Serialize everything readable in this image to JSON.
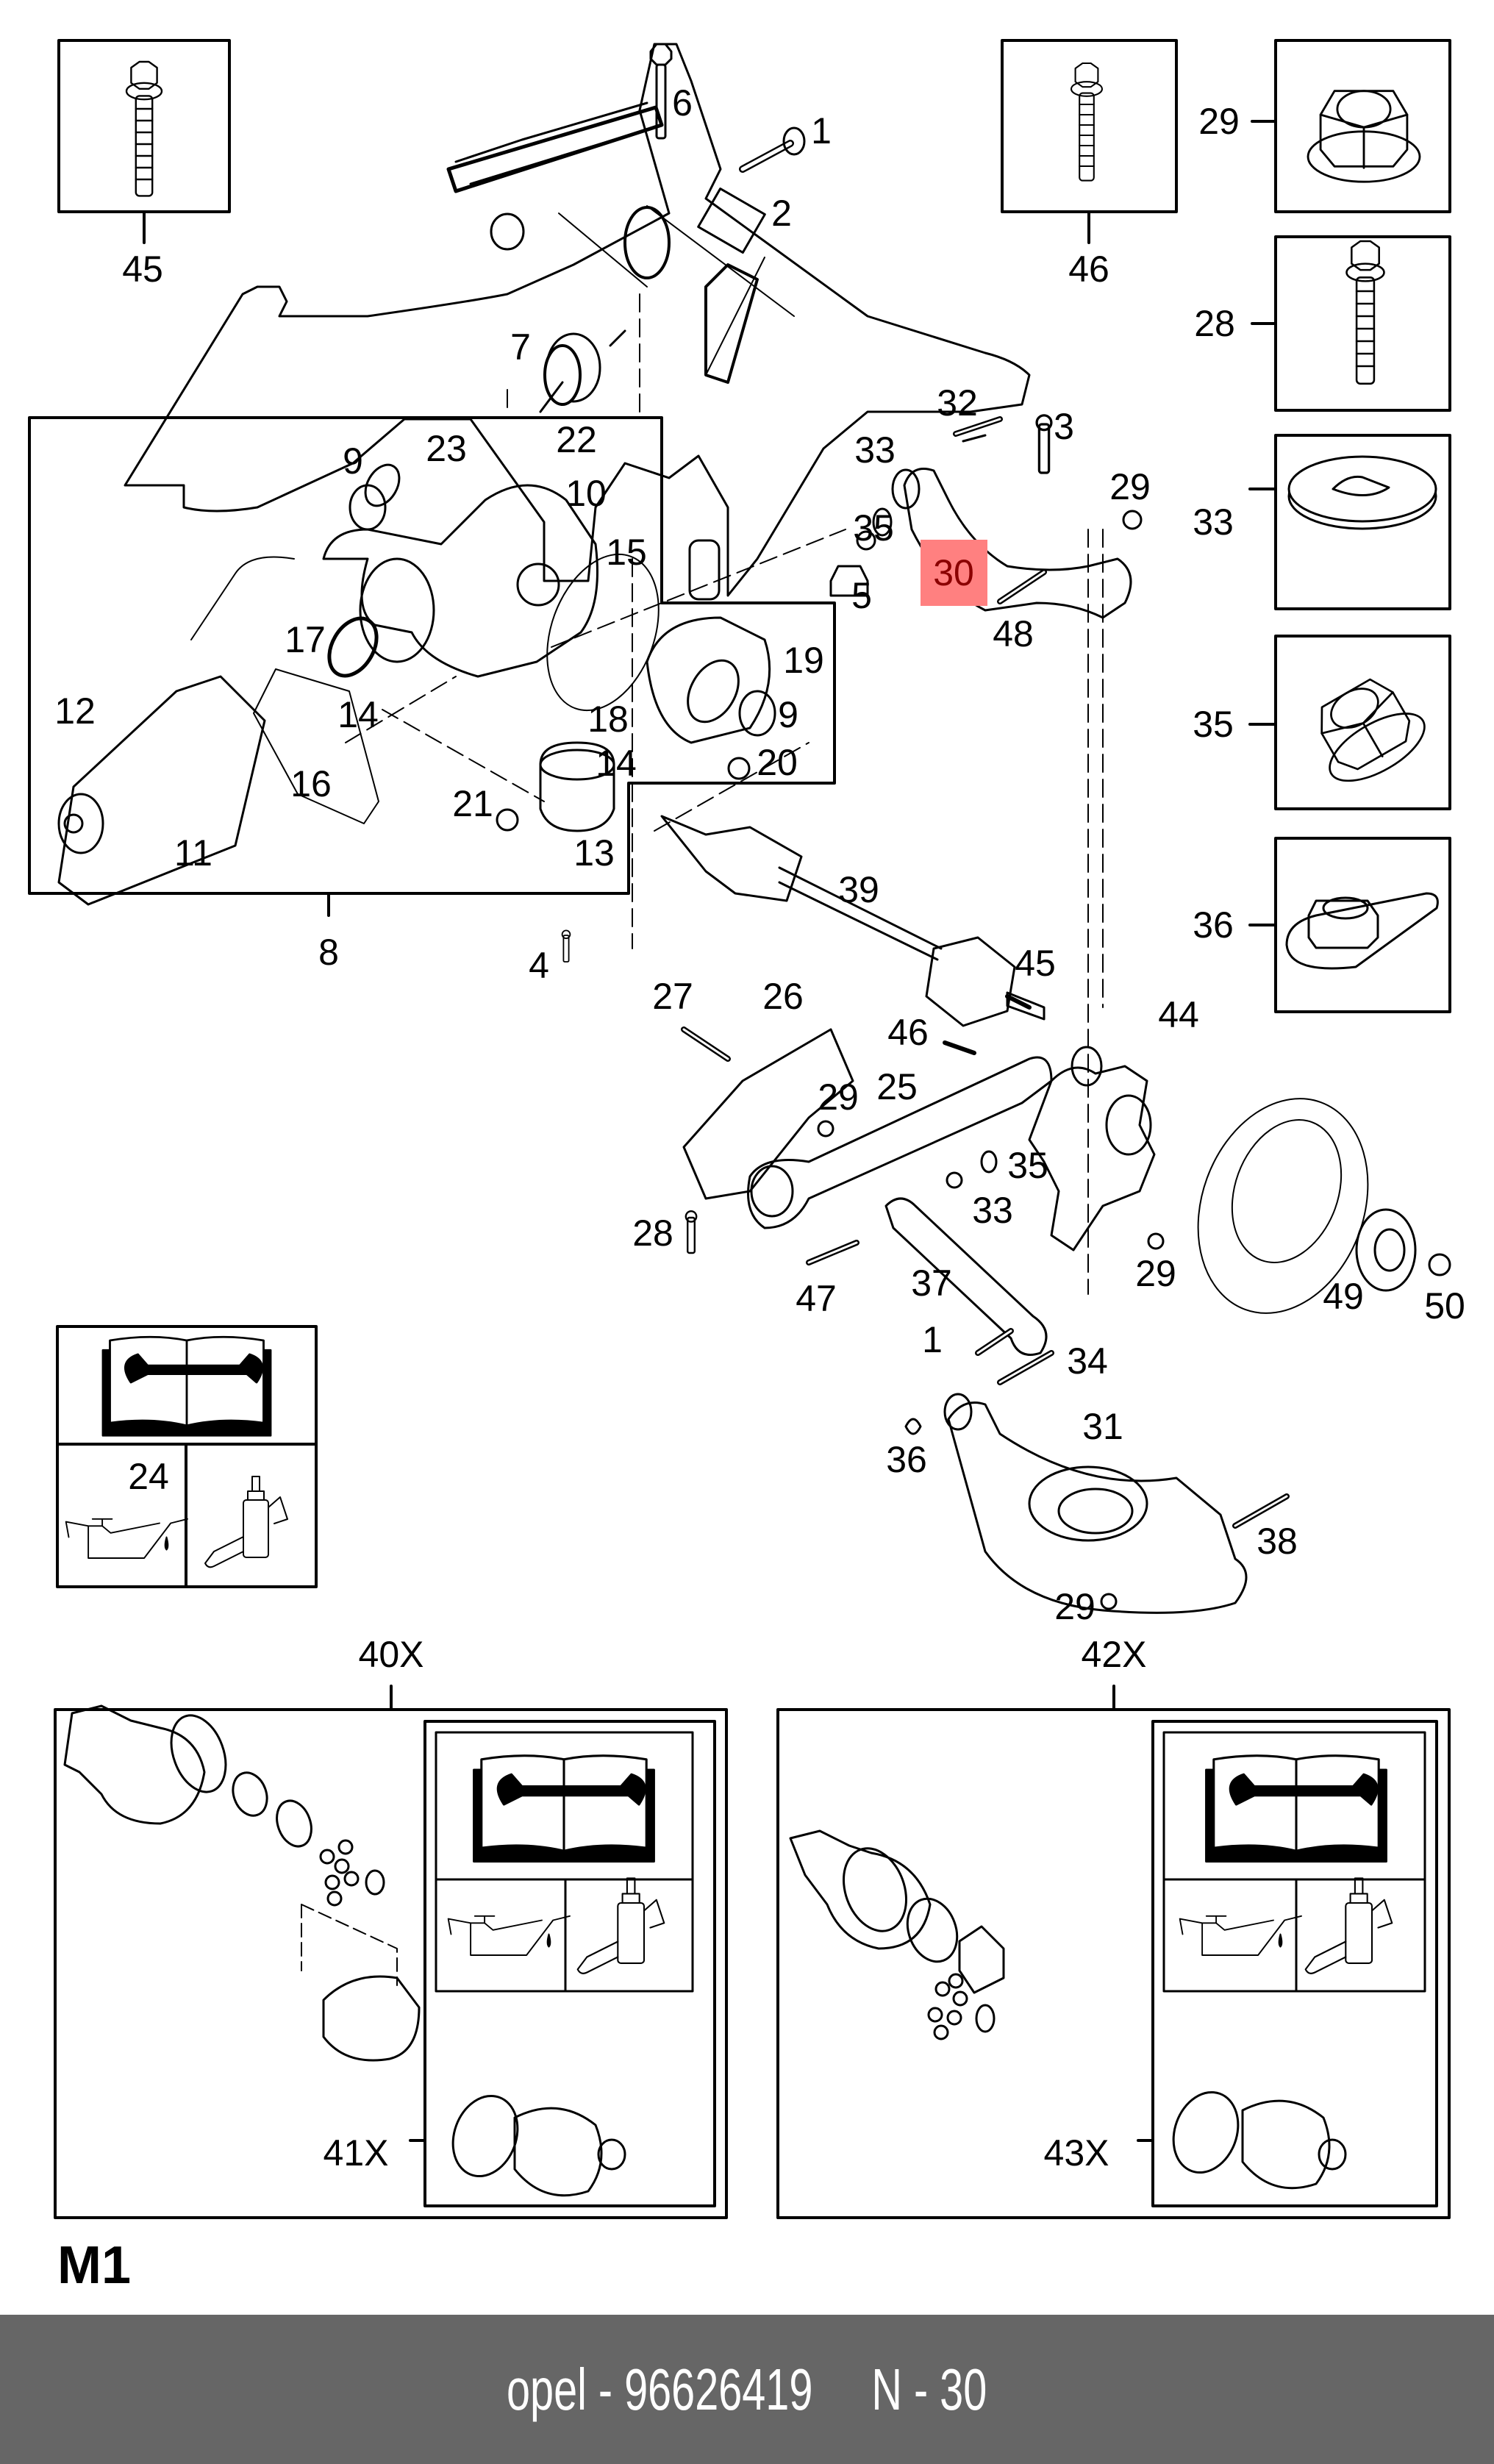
{
  "diagram": {
    "sheet_id": "M1",
    "highlighted_part": "30",
    "colors": {
      "line": "#000000",
      "background": "#ffffff",
      "highlight_fill": "#ff8080",
      "highlight_text": "#8b0000",
      "banner_bg": "#666666",
      "banner_text": "#ffffff"
    },
    "callouts": {
      "p1a": "1",
      "p2": "2",
      "p6": "6",
      "p7": "7",
      "p32": "32",
      "p3": "3",
      "p33a": "33",
      "p35a": "35",
      "p29a": "29",
      "p30": "30",
      "p48": "48",
      "p5": "5",
      "p9a": "9",
      "p23": "23",
      "p22": "22",
      "p10": "10",
      "p15": "15",
      "p17": "17",
      "p14a": "14",
      "p12": "12",
      "p16": "16",
      "p11": "11",
      "p18": "18",
      "p19": "19",
      "p9b": "9",
      "p20": "20",
      "p14b": "14",
      "p21": "21",
      "p13": "13",
      "p4": "4",
      "p8": "8",
      "p39": "39",
      "p45b": "45",
      "p46b": "46",
      "p27": "27",
      "p26": "26",
      "p25": "25",
      "p29b": "29",
      "p44": "44",
      "p35b": "35",
      "p33b": "33",
      "p28b": "28",
      "p47": "47",
      "p37": "37",
      "p29c": "29",
      "p49": "49",
      "p50": "50",
      "p1b": "1",
      "p34": "34",
      "p31": "31",
      "p36b": "36",
      "p38": "38",
      "p29d": "29",
      "p24": "24"
    },
    "detail_boxes": [
      {
        "part": "45",
        "icon": "flange-bolt-long"
      },
      {
        "part": "46",
        "icon": "flange-bolt-short"
      },
      {
        "part": "29",
        "icon": "flange-nut"
      },
      {
        "part": "28",
        "icon": "flange-bolt"
      },
      {
        "part": "33",
        "icon": "eccentric-washer"
      },
      {
        "part": "35",
        "icon": "flange-nut"
      },
      {
        "part": "36",
        "icon": "tab-nut"
      }
    ],
    "service_box": {
      "label": "24",
      "icons": [
        "service-manual-icon",
        "oil-can-icon",
        "sealant-bottle-icon"
      ]
    },
    "kits": [
      {
        "id": "40X",
        "sub_kit": "41X",
        "icons": [
          "service-manual-icon",
          "oil-can-icon",
          "sealant-bottle-icon"
        ]
      },
      {
        "id": "42X",
        "sub_kit": "43X",
        "icons": [
          "service-manual-icon",
          "oil-can-icon",
          "sealant-bottle-icon"
        ]
      }
    ]
  },
  "footer": {
    "brand": "opel",
    "part_number": "96626419",
    "position_label": "N - 30",
    "text": "opel - 96626419     N - 30"
  }
}
